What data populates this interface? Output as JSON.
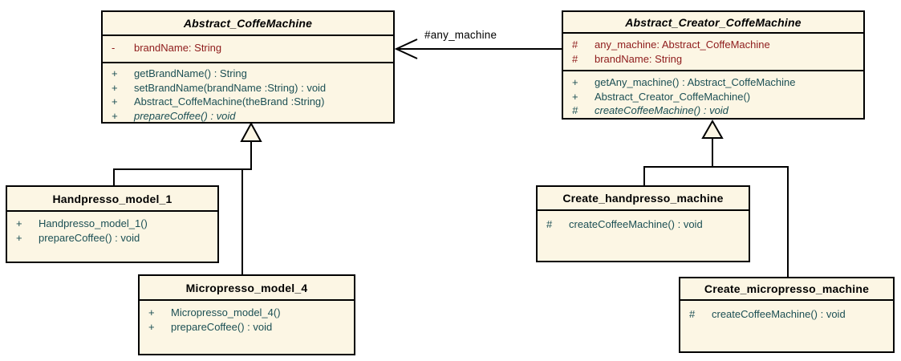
{
  "theme": {
    "background": "#FFFFFF",
    "box_fill": "#FCF6E4",
    "line_color": "#000000",
    "title_color": "#000000",
    "attribute_color": "#8E1B1B",
    "method_color": "#1B4F54",
    "label_color": "#000000"
  },
  "relationships": {
    "association_label": "#any_machine"
  },
  "classes": [
    {
      "name": "Abstract_CoffeMachine",
      "abstract": true,
      "attributes": [
        {
          "vis": "-",
          "text": "brandName: String"
        }
      ],
      "methods": [
        {
          "vis": "+",
          "text": "getBrandName() : String"
        },
        {
          "vis": "+",
          "text": "setBrandName(brandName :String) : void"
        },
        {
          "vis": "+",
          "text": "Abstract_CoffeMachine(theBrand :String)"
        },
        {
          "vis": "+",
          "text": "prepareCoffee() : void"
        }
      ]
    },
    {
      "name": "Abstract_Creator_CoffeMachine",
      "abstract": true,
      "attributes": [
        {
          "vis": "#",
          "text": "any_machine: Abstract_CoffeMachine"
        },
        {
          "vis": "#",
          "text": "brandName: String"
        }
      ],
      "methods": [
        {
          "vis": "+",
          "text": "getAny_machine() : Abstract_CoffeMachine"
        },
        {
          "vis": "+",
          "text": "Abstract_Creator_CoffeMachine()"
        },
        {
          "vis": "#",
          "text": "createCoffeeMachine() : void"
        }
      ]
    },
    {
      "name": "Handpresso_model_1",
      "abstract": false,
      "attributes": [],
      "methods": [
        {
          "vis": "+",
          "text": "Handpresso_model_1()"
        },
        {
          "vis": "+",
          "text": "prepareCoffee() : void"
        }
      ]
    },
    {
      "name": "Micropresso_model_4",
      "abstract": false,
      "attributes": [],
      "methods": [
        {
          "vis": "+",
          "text": "Micropresso_model_4()"
        },
        {
          "vis": "+",
          "text": "prepareCoffee() : void"
        }
      ]
    },
    {
      "name": "Create_handpresso_machine",
      "abstract": false,
      "attributes": [],
      "methods": [
        {
          "vis": "#",
          "text": "createCoffeeMachine() : void"
        }
      ]
    },
    {
      "name": "Create_micropresso_machine",
      "abstract": false,
      "attributes": [],
      "methods": [
        {
          "vis": "#",
          "text": "createCoffeeMachine() : void"
        }
      ]
    }
  ]
}
